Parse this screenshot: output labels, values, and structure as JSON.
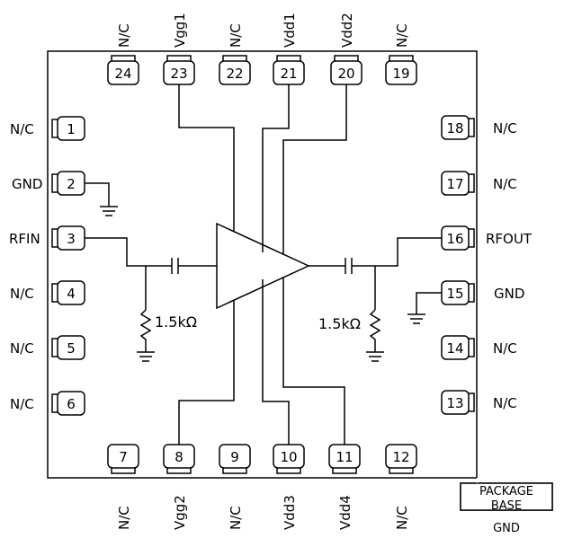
{
  "pins_top": [
    {
      "num": "24",
      "label": "N/C"
    },
    {
      "num": "23",
      "label": "Vgg1"
    },
    {
      "num": "22",
      "label": "N/C"
    },
    {
      "num": "21",
      "label": "Vdd1"
    },
    {
      "num": "20",
      "label": "Vdd2"
    },
    {
      "num": "19",
      "label": "N/C"
    }
  ],
  "pins_bottom": [
    {
      "num": "7",
      "label": "N/C"
    },
    {
      "num": "8",
      "label": "Vgg2"
    },
    {
      "num": "9",
      "label": "N/C"
    },
    {
      "num": "10",
      "label": "Vdd3"
    },
    {
      "num": "11",
      "label": "Vdd4"
    },
    {
      "num": "12",
      "label": "N/C"
    }
  ],
  "pins_left": [
    {
      "num": "1",
      "label": "N/C"
    },
    {
      "num": "2",
      "label": "GND"
    },
    {
      "num": "3",
      "label": "RFIN"
    },
    {
      "num": "4",
      "label": "N/C"
    },
    {
      "num": "5",
      "label": "N/C"
    },
    {
      "num": "6",
      "label": "N/C"
    }
  ],
  "pins_right": [
    {
      "num": "18",
      "label": "N/C"
    },
    {
      "num": "17",
      "label": "N/C"
    },
    {
      "num": "16",
      "label": "RFOUT"
    },
    {
      "num": "15",
      "label": "GND"
    },
    {
      "num": "14",
      "label": "N/C"
    },
    {
      "num": "13",
      "label": "N/C"
    }
  ],
  "resistor_left": "1.5kΩ",
  "resistor_right": "1.5kΩ",
  "package_base": {
    "line1": "PACKAGE",
    "line2": "BASE",
    "gnd": "GND"
  }
}
